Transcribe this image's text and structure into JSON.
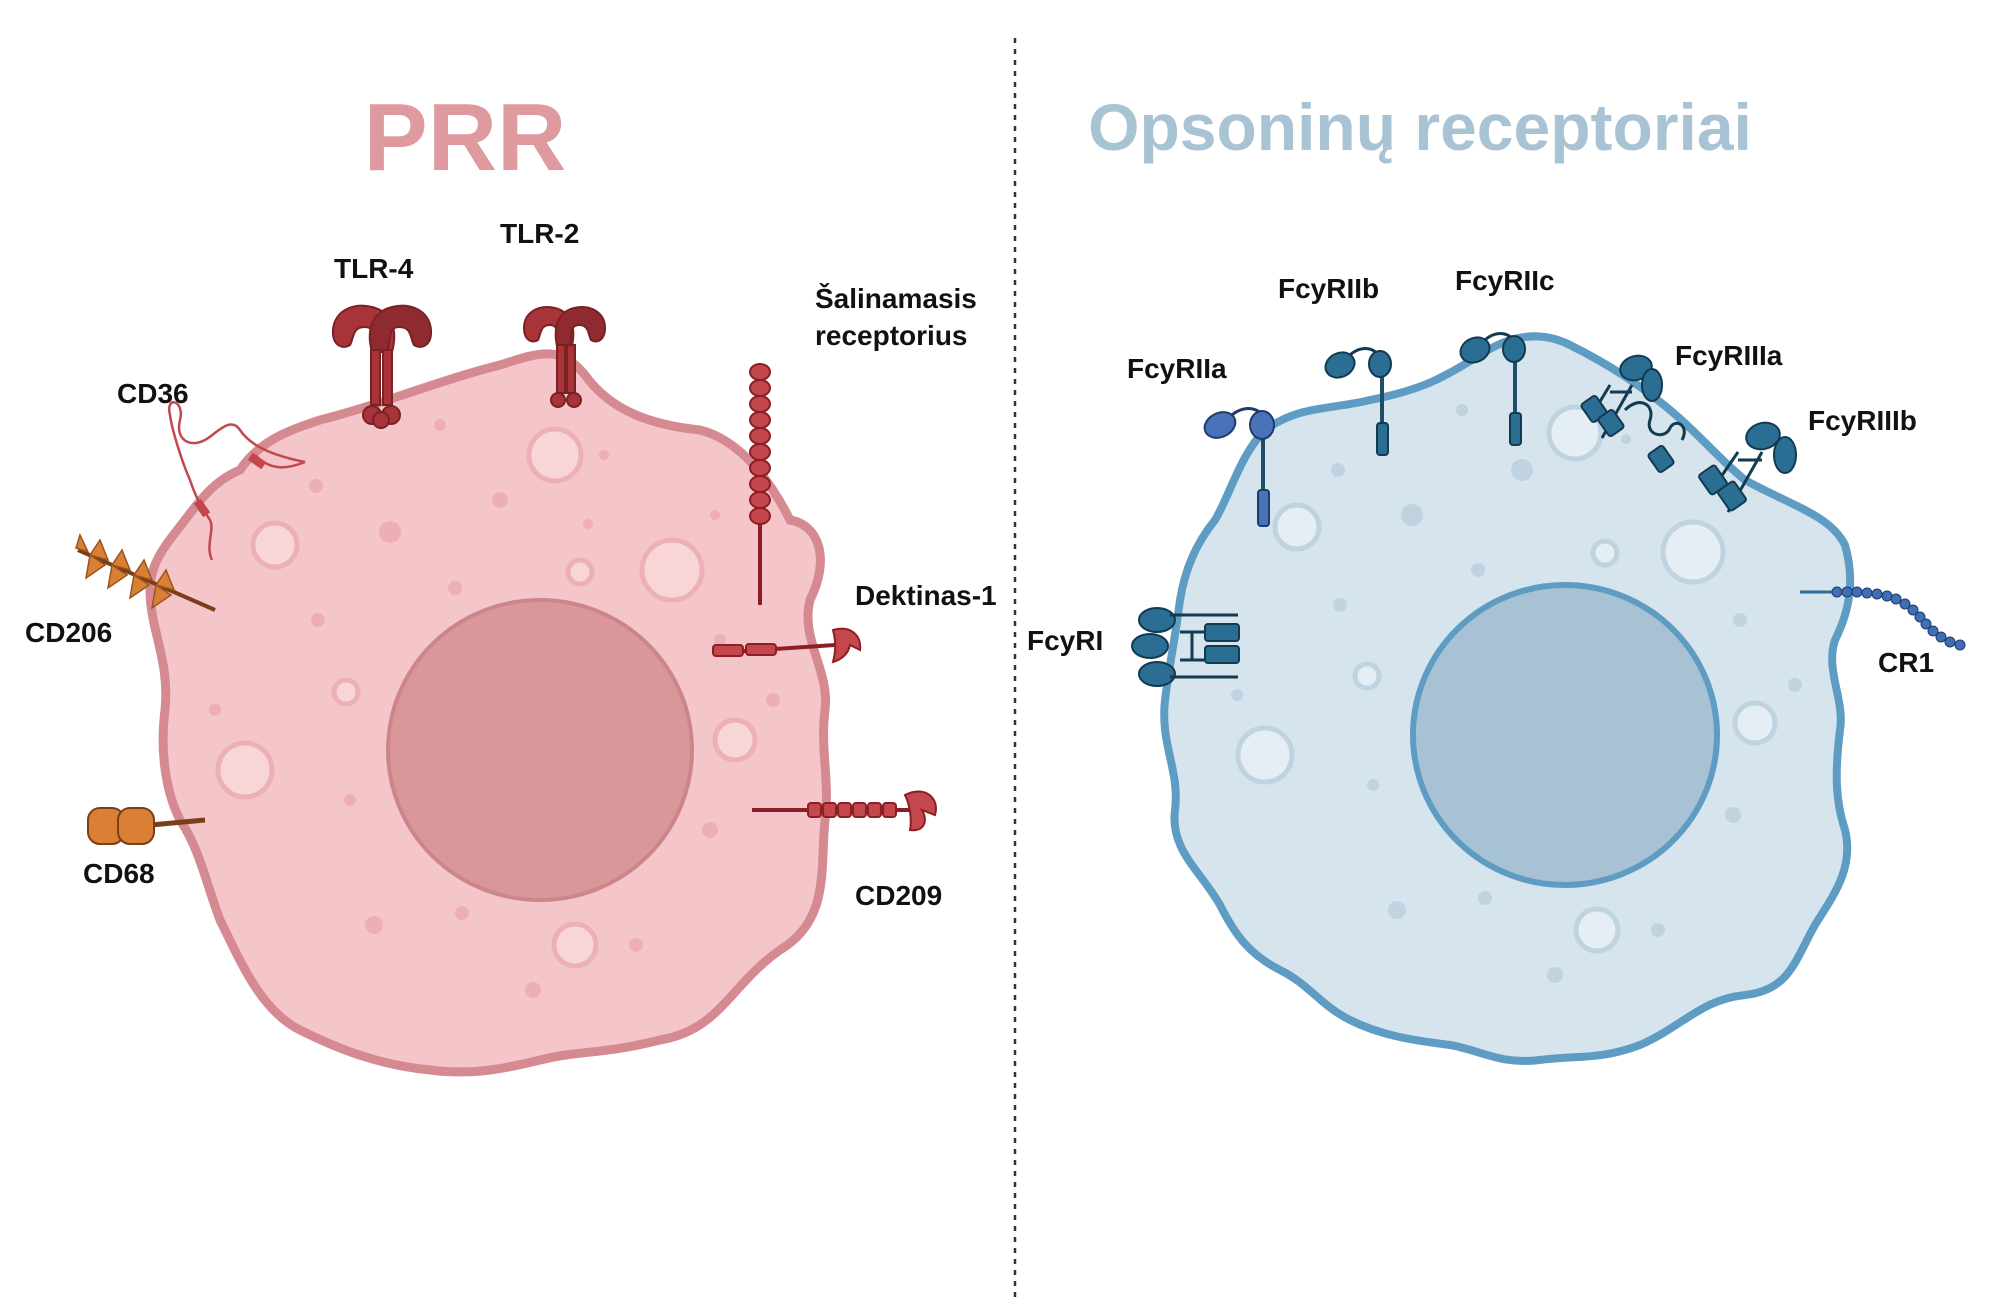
{
  "colors": {
    "prr_title": "#DE9A9E",
    "opson_title": "#A8C3D3",
    "prr_cell_fill": "#F5C6C9",
    "prr_cell_stroke": "#D58A91",
    "prr_nucleus": "#D9979A",
    "opson_cell_fill": "#D5E4ED",
    "opson_cell_stroke": "#5E9CC4",
    "opson_nucleus": "#A6C2D4",
    "tlr_receptor": "#A8343A",
    "red_receptor": "#C3474C",
    "orange_receptor": "#D98034",
    "blue_receptor": "#2A6E93",
    "divider": "#333333"
  },
  "left_panel": {
    "title": "PRR",
    "labels": {
      "tlr4": "TLR-4",
      "tlr2": "TLR-2",
      "scavenger_line1": "Šalinamasis",
      "scavenger_line2": "receptorius",
      "cd36": "CD36",
      "cd206": "CD206",
      "dectin1": "Dektinas-1",
      "cd68": "CD68",
      "cd209": "CD209"
    }
  },
  "right_panel": {
    "title": "Opsoninų receptoriai",
    "labels": {
      "fcgr2b": "FcyRIIb",
      "fcgr2c": "FcyRIIc",
      "fcgr2a": "FcyRIIa",
      "fcgr3a": "FcyRIIIa",
      "fcgr3b": "FcyRIIIb",
      "fcgr1": "FcyRI",
      "cr1": "CR1"
    }
  }
}
